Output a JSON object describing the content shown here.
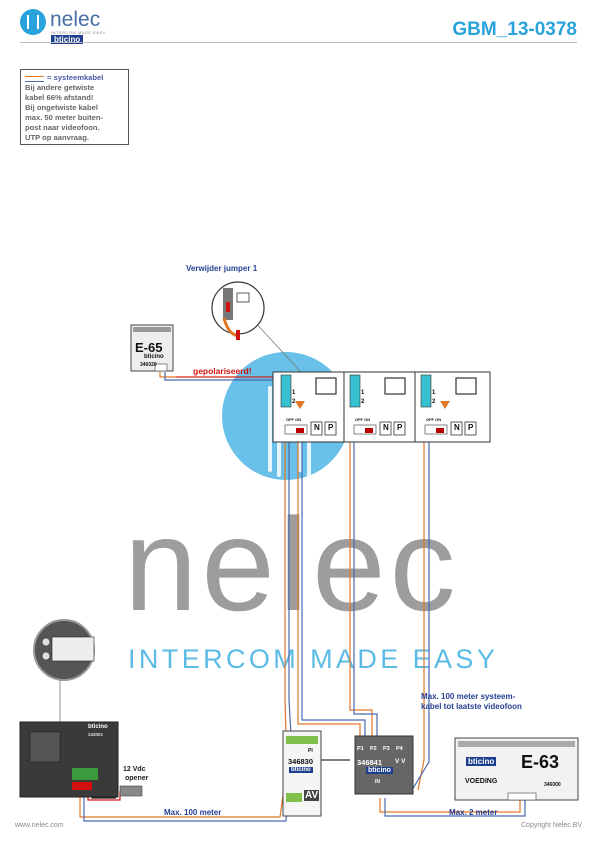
{
  "header": {
    "brand": "nelec",
    "brand_sub": "INTERCOM MADE EASY",
    "brand_partner": "bticino",
    "doc_number": "GBM_13-0378"
  },
  "note": {
    "legend": "= systeemkabel",
    "lines": [
      "Bij andere getwiste",
      "kabel 66% afstand!",
      "Bij ongetwiste kabel",
      "max. 50 meter buiten-",
      "post naar videofoon.",
      "UTP op aanvraag."
    ]
  },
  "labels": {
    "jumper": "Verwijder jumper 1",
    "polarity": "gepolariseerd!",
    "max_system": [
      "Max. 100 meter systeem-",
      "kabel tot laatste videofoon"
    ],
    "opener": [
      "12 Vdc",
      "opener"
    ],
    "max_100": "Max. 100 meter",
    "max_2": "Max. 2 meter"
  },
  "devices": {
    "e65": {
      "name": "E-65",
      "brand": "bticino",
      "code": "346020"
    },
    "e63": {
      "name": "E-63",
      "brand": "bticino",
      "code": "346000",
      "sub": "VOEDING"
    },
    "interface_346830": {
      "code": "346830",
      "brand": "bticino",
      "pi": "PI",
      "av": "AV"
    },
    "distributor_346841": {
      "code": "346841",
      "brand": "bticino",
      "ports": [
        "P1",
        "P2",
        "P3",
        "P4"
      ],
      "vv": "V V",
      "in": "IN"
    },
    "door_panel": {
      "brand": "bticino",
      "code": "343001"
    },
    "videophone": {
      "switch": "OFF ON",
      "n": "N",
      "p": "P",
      "terms": [
        "1",
        "2"
      ]
    }
  },
  "watermark": {
    "word": "nelec",
    "tagline": "INTERCOM MADE EASY"
  },
  "footer": {
    "left": "www.nelec.com",
    "right": "Copyright Nelec BV"
  },
  "colors": {
    "accent": "#2aa3dc",
    "label_blue": "#253f94",
    "warning_red": "#d21010",
    "cable_orange": "#e07828",
    "cable_blue": "#4a6ab0"
  }
}
